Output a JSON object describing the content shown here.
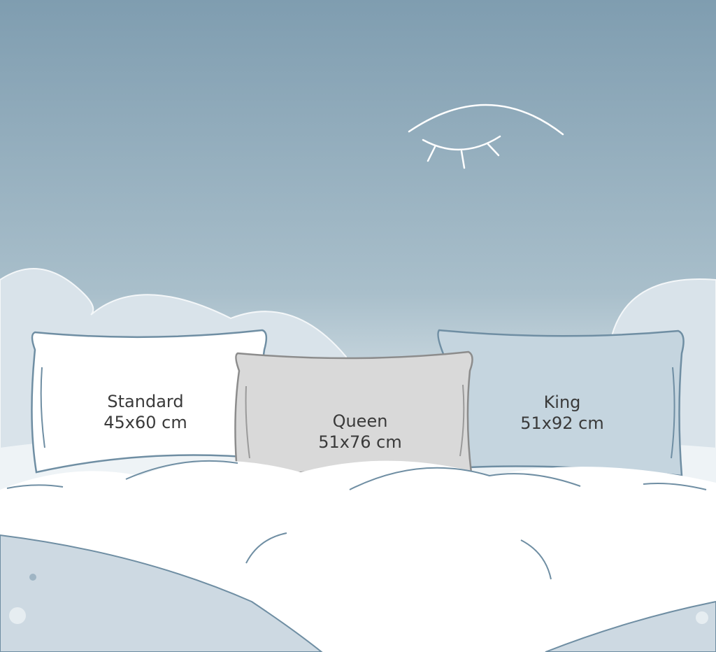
{
  "colors": {
    "sky_top": "#7f9db0",
    "sky_bottom": "#e6edf1",
    "outline": "#6f8ea3",
    "standard_pillow": "#ffffff",
    "queen_pillow": "#d9d9d9",
    "king_pillow": "#c5d5df",
    "text": "#3a3a3a"
  },
  "pillows": [
    {
      "name": "Standard",
      "size": "45x60 cm"
    },
    {
      "name": "Queen",
      "size": "51x76 cm"
    },
    {
      "name": "King",
      "size": "51x92 cm"
    }
  ]
}
